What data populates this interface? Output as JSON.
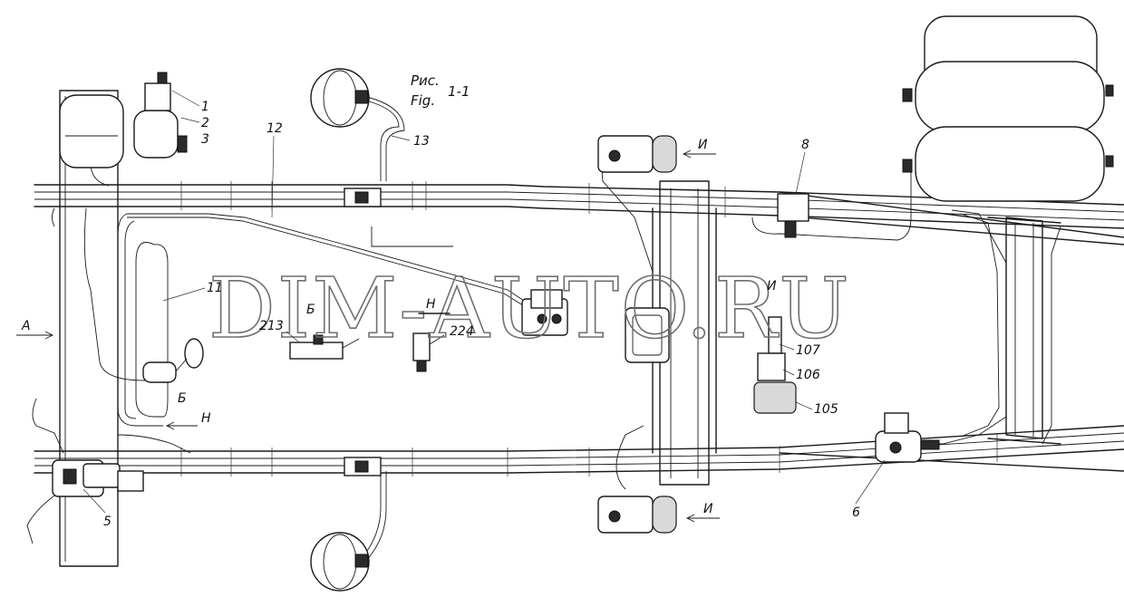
{
  "figure": {
    "caption_ru": "Рис.",
    "caption_en": "Fig.",
    "number": "1-1"
  },
  "watermark": "DIM-AUTO.RU",
  "labels": {
    "n1": "1",
    "n2": "2",
    "n3": "3",
    "n5": "5",
    "n6": "6",
    "n8": "8",
    "n11": "11",
    "n12": "12",
    "n13": "13",
    "n105": "105",
    "n106": "106",
    "n107": "107",
    "n213": "213",
    "n224": "224"
  },
  "views": {
    "a_left": "А",
    "b_top": "Б",
    "b_bottom": "Б",
    "n_top": "Н",
    "n_bottom": "Н",
    "i_top": "И",
    "i_mid": "И",
    "i_bottom": "И"
  }
}
